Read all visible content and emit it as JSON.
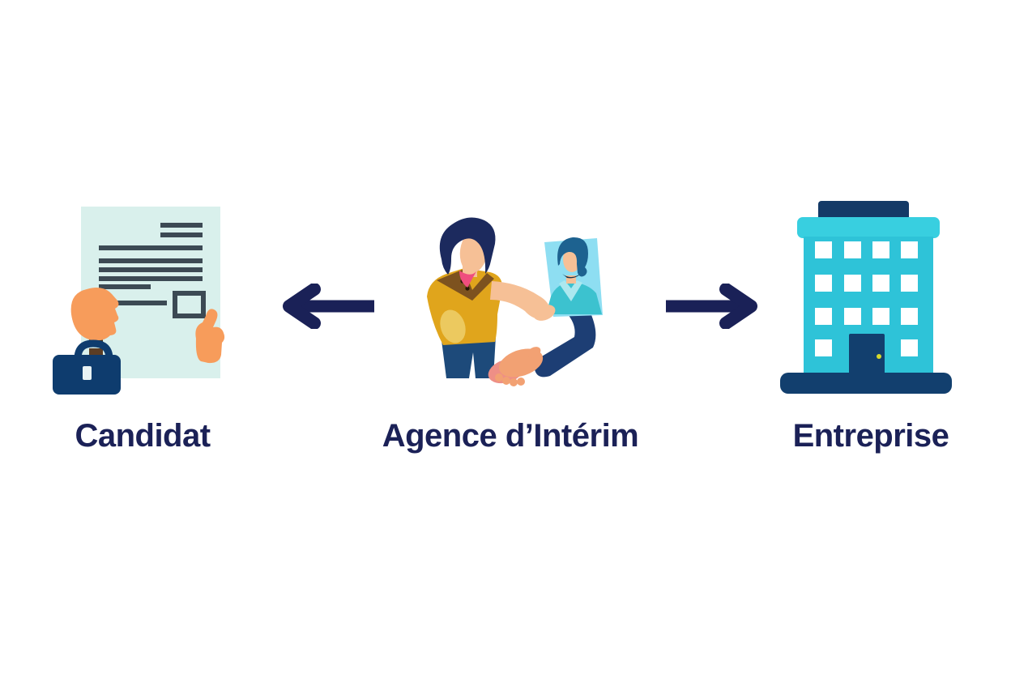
{
  "diagram": {
    "title_implicit": "Relation agence d'intérim",
    "background_color": "#ffffff",
    "nodes": [
      {
        "id": "candidat",
        "label": "Candidat",
        "icon": "contract-signing-icon"
      },
      {
        "id": "agence",
        "label": "Agence d’Intérim",
        "icon": "handshake-recruitment-icon"
      },
      {
        "id": "entreprise",
        "label": "Entreprise",
        "icon": "office-building-icon"
      }
    ],
    "arrows": [
      {
        "from": "agence",
        "to": "candidat",
        "direction": "left"
      },
      {
        "from": "agence",
        "to": "entreprise",
        "direction": "right"
      }
    ],
    "colors": {
      "label_navy": "#1b2157",
      "arrow_navy": "#1a2157",
      "document_mint": "#d9f0ec",
      "document_lines": "#3c4a54",
      "hand_orange": "#f79c5b",
      "briefcase_navy": "#0e3c6e",
      "skin_peach": "#f6c096",
      "pink_accent": "#ef4e7e",
      "shirt_mustard": "#e0a51c",
      "collar_brown": "#7d521f",
      "pants_blue": "#1d4a7a",
      "handshake_light": "#f2a173",
      "handshake_pink": "#ee8f86",
      "photo_card_blue": "#8edef2",
      "photo_hair_blue": "#1d6290",
      "photo_shirt_teal": "#3cc2cf",
      "photo_collar_light": "#ace8ef",
      "sleeve_navy": "#1d3e74",
      "building_turquoise": "#2ec3d8",
      "building_cap": "#38cfe0",
      "building_roof_navy": "#143a67",
      "building_base_navy": "#123f6e",
      "door_knob_yellow": "#d6d92c"
    }
  }
}
